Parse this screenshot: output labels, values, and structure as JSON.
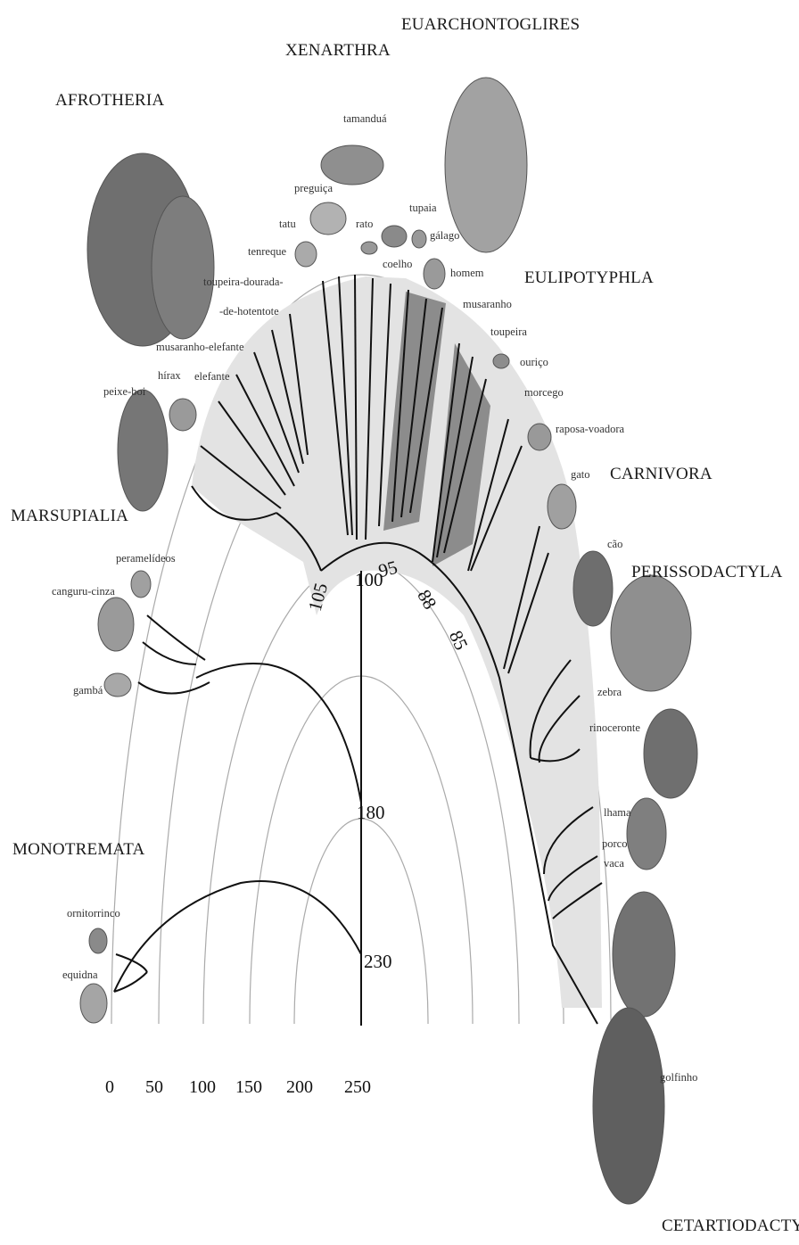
{
  "groups": {
    "afrotheria": "AFROTHERIA",
    "xenarthra": "XENARTHRA",
    "euarchontoglires": "EUARCHONTOGLIRES",
    "eulipotyphla": "EULIPOTYPHLA",
    "marsupialia": "MARSUPIALIA",
    "carnivora": "CARNIVORA",
    "perissodactyla": "PERISSODACTYLA",
    "monotremata": "MONOTREMATA",
    "cetartiodactyla": "CETARTIODACTYLA"
  },
  "species": {
    "tamandua": "tamanduá",
    "preguica": "preguiça",
    "tatu": "tatu",
    "tenreque": "tenreque",
    "toupeira_dourada_1": "toupeira-dourada-",
    "toupeira_dourada_2": "-de-hotentote",
    "musaranho_elefante": "musaranho-elefante",
    "hirax": "hírax",
    "elefante": "elefante",
    "peixe_boi": "peixe-boi",
    "rato": "rato",
    "coelho": "coelho",
    "tupaia": "tupaia",
    "galago": "gálago",
    "homem": "homem",
    "musaranho": "musaranho",
    "toupeira": "toupeira",
    "ourico": "ouriço",
    "morcego": "morcego",
    "raposa_voadora": "raposa-voadora",
    "gato": "gato",
    "cao": "cão",
    "zebra": "zebra",
    "rinoceronte": "rinoceronte",
    "lhama": "lhama",
    "porco": "porco",
    "vaca": "vaca",
    "golfinho": "golfinho",
    "peramelideos": "peramelídeos",
    "canguru_cinza": "canguru-cinza",
    "gamba": "gambá",
    "ornitorrinco": "ornitorrinco",
    "equidna": "equidna"
  },
  "node_ages": [
    "105",
    "100",
    "95",
    "88",
    "85",
    "180",
    "230"
  ],
  "axis_ticks": [
    "0",
    "50",
    "100",
    "150",
    "200",
    "250"
  ],
  "colors": {
    "light_band": "#e3e3e3",
    "dark_band": "#8c8c8c",
    "line": "#111111",
    "arc": "#aaaaaa"
  }
}
